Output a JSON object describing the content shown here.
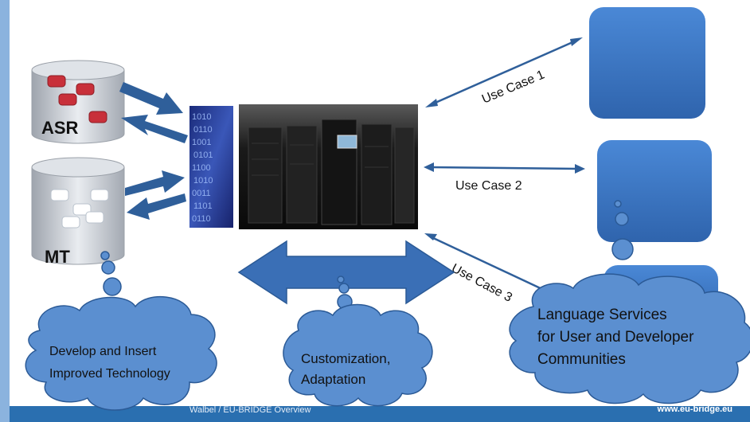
{
  "labels": {
    "asr": "ASR",
    "mt": "MT",
    "use_case_1": "Use Case 1",
    "use_case_2": "Use Case 2",
    "use_case_3": "Use Case 3"
  },
  "clouds": {
    "develop_line1": "Develop and Insert",
    "develop_line2": "Improved Technology",
    "custom_line1": "Customization,",
    "custom_line2": "Adaptation",
    "lang_line1": "Language Services",
    "lang_line2": "for User and Developer",
    "lang_line3": "Communities"
  },
  "footer": {
    "left": "Walbel / EU-BRIDGE Overview",
    "right": "www.eu-bridge.eu"
  },
  "colors": {
    "slide_bg": "#2a6fb0",
    "content_bg": "#ffffff",
    "cloud_fill": "#5b8fd0",
    "arrow_fill": "#2f5f9a",
    "box_fill": "#3a78c6"
  },
  "icons": {
    "database": "cylinder-with-tables",
    "binary": "binary-code-image",
    "server": "server-room-image"
  }
}
